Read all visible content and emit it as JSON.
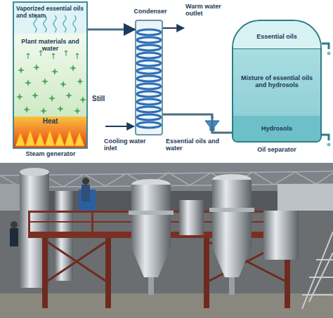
{
  "diagram": {
    "nodes": [
      {
        "text": [
          "Still"
        ]
      },
      {
        "text": [
          "Vaporized essential oils and steam"
        ],
        "in": 0
      },
      {
        "text": [
          "Plant materials and water"
        ],
        "in": 0
      },
      {
        "text": [
          "Heat",
          "Steam generator"
        ],
        "in": 0
      },
      {
        "text": [
          "Condenser"
        ]
      },
      {
        "text": [
          "Oil separator"
        ]
      },
      {
        "text": [
          "Essential oils"
        ],
        "in": 5
      },
      {
        "text": [
          "Mixture of essential oils and hydrosols"
        ],
        "in": 5
      },
      {
        "text": [
          "Hydrosols"
        ],
        "in": 5
      }
    ],
    "edges": [
      {
        "from": 0,
        "to": 4,
        "arrow": "to"
      },
      {
        "from": 4,
        "to": 5,
        "arrow": "none",
        "label": "Essential oils and water"
      }
    ],
    "labels": [
      "Warm water outlet",
      "Cooling water inlet"
    ]
  }
}
